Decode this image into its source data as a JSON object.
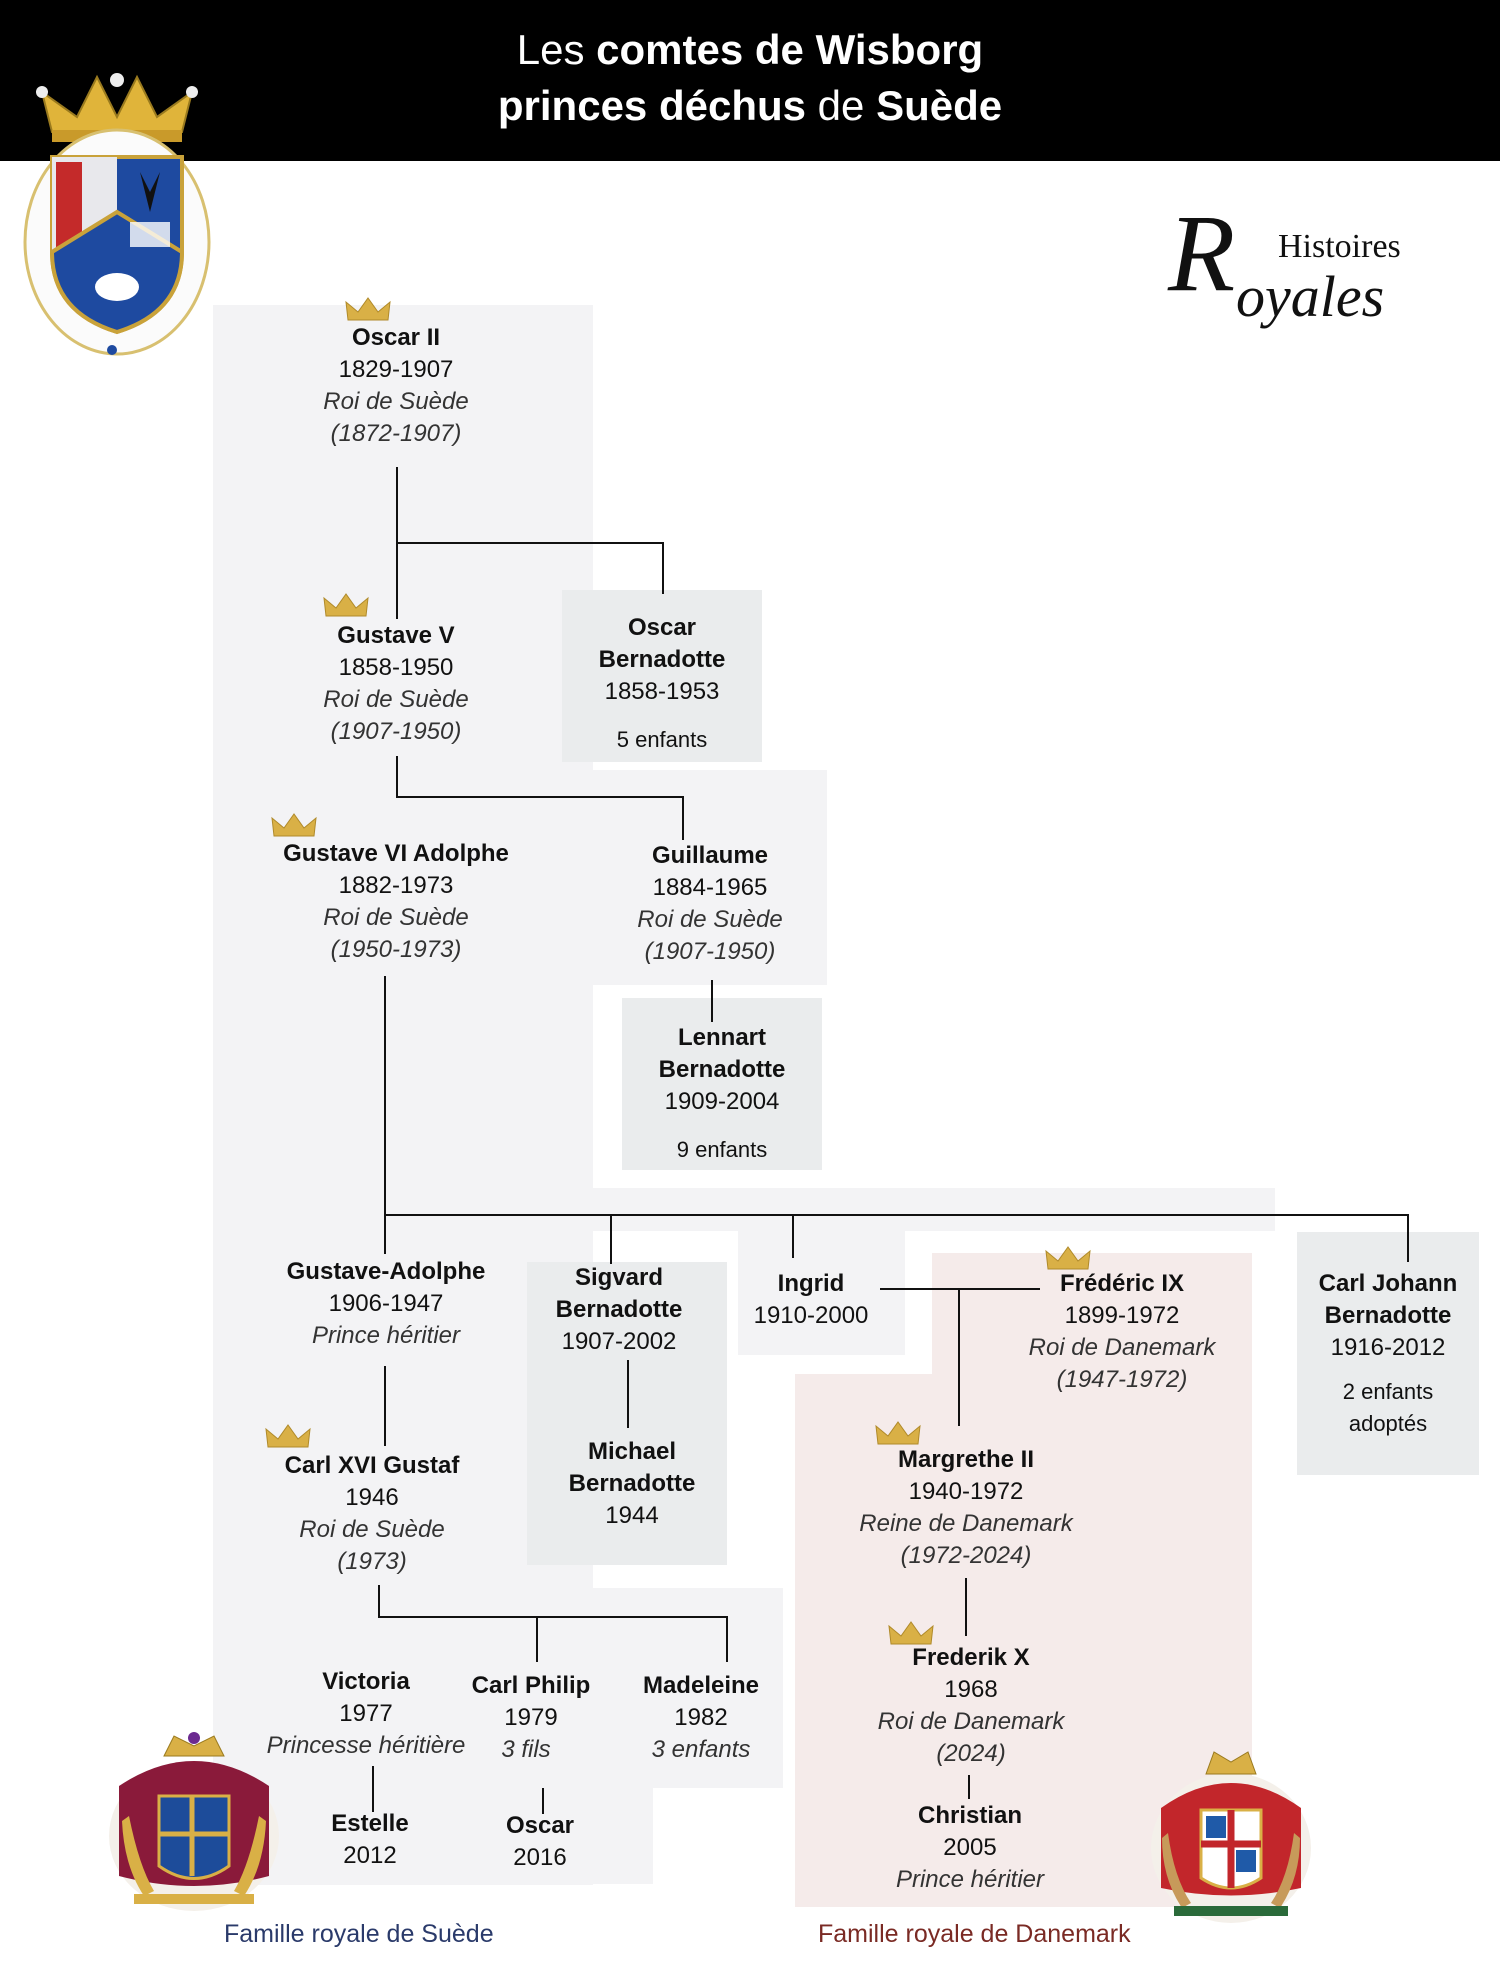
{
  "header": {
    "line1_a": "Les ",
    "line1_b": "comtes de Wisborg",
    "line2_a": "princes déchus",
    "line2_b": " de ",
    "line2_c": "Suède"
  },
  "logo": {
    "initial": "R",
    "top": "Histoires",
    "bottom": "oyales"
  },
  "people": {
    "oscar2": {
      "name": "Oscar II",
      "years": "1829-1907",
      "title": "Roi de Suède",
      "reign": "(1872-1907)"
    },
    "gustave5": {
      "name": "Gustave V",
      "years": "1858-1950",
      "title": "Roi de Suède",
      "reign": "(1907-1950)"
    },
    "oscar_b": {
      "name1": "Oscar",
      "name2": "Bernadotte",
      "years": "1858-1953",
      "note": "5 enfants"
    },
    "gustave6": {
      "name": "Gustave VI Adolphe",
      "years": "1882-1973",
      "title": "Roi de Suède",
      "reign": "(1950-1973)"
    },
    "guillaume": {
      "name": "Guillaume",
      "years": "1884-1965",
      "title": "Roi de Suède",
      "reign": "(1907-1950)"
    },
    "lennart": {
      "name1": "Lennart",
      "name2": "Bernadotte",
      "years": "1909-2004",
      "note": "9 enfants"
    },
    "gustave_adolphe": {
      "name": "Gustave-Adolphe",
      "years": "1906-1947",
      "title": "Prince héritier"
    },
    "sigvard": {
      "name1": "Sigvard",
      "name2": "Bernadotte",
      "years": "1907-2002"
    },
    "michael": {
      "name1": "Michael",
      "name2": "Bernadotte",
      "years": "1944"
    },
    "ingrid": {
      "name": "Ingrid",
      "years": "1910-2000"
    },
    "frederic9": {
      "name": "Frédéric IX",
      "years": "1899-1972",
      "title": "Roi de Danemark",
      "reign": "(1947-1972)"
    },
    "carl_johann": {
      "name1": "Carl Johann",
      "name2": "Bernadotte",
      "years": "1916-2012",
      "note1": "2 enfants",
      "note2": "adoptés"
    },
    "carl16": {
      "name": "Carl XVI Gustaf",
      "years": "1946",
      "title": "Roi de Suède",
      "reign": "(1973)"
    },
    "margrethe": {
      "name": "Margrethe II",
      "years": "1940-1972",
      "title": "Reine de Danemark",
      "reign": "(1972-2024)"
    },
    "victoria": {
      "name": "Victoria",
      "years": "1977",
      "title": "Princesse héritière"
    },
    "carl_philip": {
      "name": "Carl Philip",
      "years": "1979",
      "note": "3 fils"
    },
    "madeleine": {
      "name": "Madeleine",
      "years": "1982",
      "note": "3 enfants"
    },
    "frederik10": {
      "name": "Frederik X",
      "years": "1968",
      "title": "Roi de Danemark",
      "reign": "(2024)"
    },
    "estelle": {
      "name": "Estelle",
      "years": "2012"
    },
    "oscar16": {
      "name": "Oscar",
      "years": "2016"
    },
    "christian": {
      "name": "Christian",
      "years": "2005",
      "title": "Prince héritier"
    }
  },
  "captions": {
    "sweden": "Famille royale de Suède",
    "denmark": "Famille royale de Danemark"
  },
  "colors": {
    "header_bg": "#000000",
    "sweden_panel": "#f3f3f5",
    "gray_panel": "#eaeced",
    "denmark_panel": "#f5ebea",
    "crown_gold": "#d9b046"
  },
  "icons": [
    "crown-icon",
    "coat-of-arms-wisborg",
    "coat-of-arms-sweden",
    "coat-of-arms-denmark"
  ]
}
